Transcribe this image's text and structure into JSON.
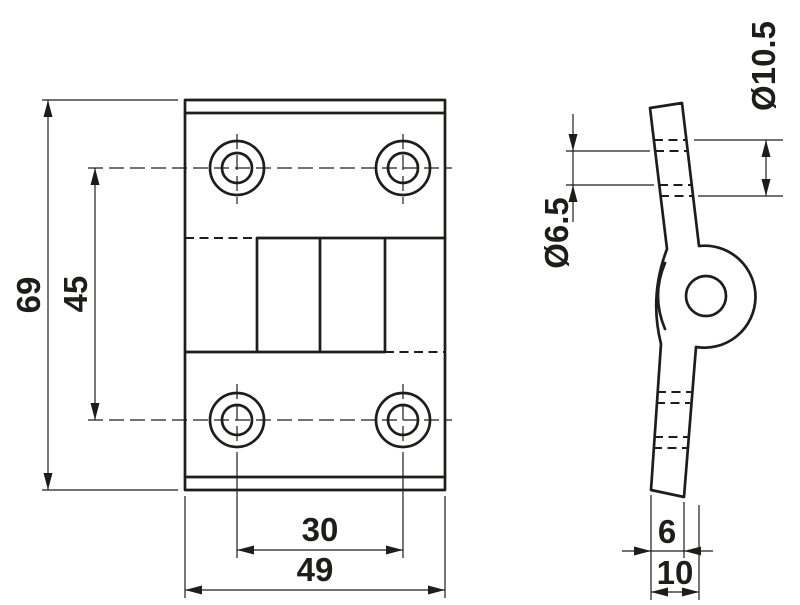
{
  "meta": {
    "drawing_type": "technical dimension drawing of a hinge, two orthographic views",
    "background": "#ffffff",
    "line_color": "#1d1d1b"
  },
  "front_view": {
    "dimensions": {
      "overall_height": "69",
      "hole_pitch_vertical": "45",
      "hole_pitch_horizontal": "30",
      "overall_width": "49"
    }
  },
  "side_view": {
    "dimensions": {
      "counterbore_diameter": "Ø10.5",
      "through_hole_diameter": "Ø6.5",
      "leaf_thickness": "6",
      "overall_depth": "10"
    }
  }
}
